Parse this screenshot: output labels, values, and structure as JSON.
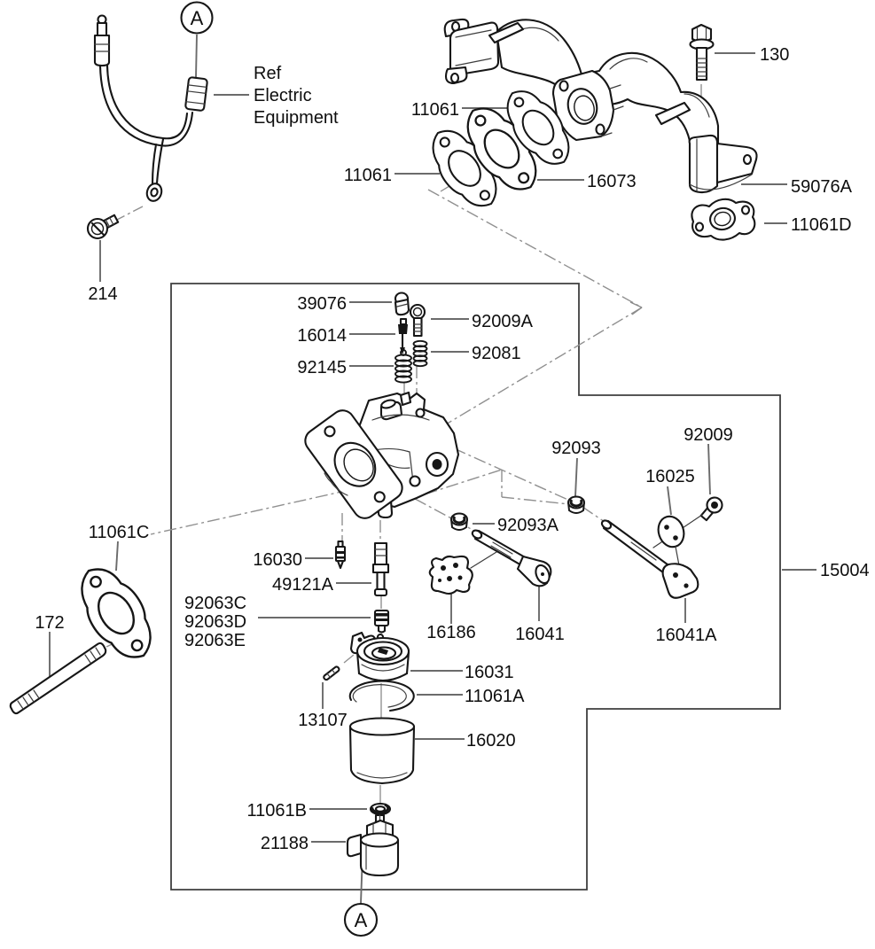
{
  "colors": {
    "background": "#ffffff",
    "line_art": "#161616",
    "leader_line": "#6b6b6b",
    "phantom_line": "#909090",
    "assembly_box": "#3f3f3f",
    "label_text": "#0e0e0e"
  },
  "view_markers": {
    "top": "A",
    "bottom": "A"
  },
  "ref_note": [
    "Ref",
    "Electric",
    "Equipment"
  ],
  "labels": {
    "p214": "214",
    "p130": "130",
    "p11061_top": "11061",
    "p11061_left": "11061",
    "p16073": "16073",
    "p59076A": "59076A",
    "p11061D": "11061D",
    "p39076": "39076",
    "p92009A": "92009A",
    "p16014": "16014",
    "p92081": "92081",
    "p92145": "92145",
    "p92093": "92093",
    "p92009": "92009",
    "p16025": "16025",
    "p92093A": "92093A",
    "p15004": "15004",
    "p11061C": "11061C",
    "p172": "172",
    "p16030": "16030",
    "p49121A": "49121A",
    "p92063C": "92063C",
    "p92063D": "92063D",
    "p92063E": "92063E",
    "p16186": "16186",
    "p16041": "16041",
    "p16041A": "16041A",
    "p16031": "16031",
    "p11061A": "11061A",
    "p16020": "16020",
    "p13107": "13107",
    "p11061B": "11061B",
    "p21188": "21188"
  }
}
